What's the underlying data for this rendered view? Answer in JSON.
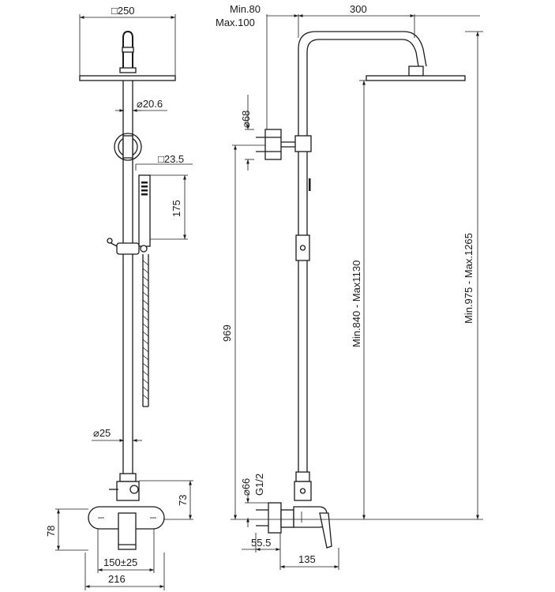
{
  "dimensions": {
    "head_size": "□250",
    "arm_diameter": "⌀20.6",
    "handshower_size": "□23.5",
    "handshower_length": "175",
    "riser_diameter": "⌀25",
    "mixer_height": "73",
    "mixer_depth": "78",
    "centers": "150±25",
    "mixer_width": "216",
    "wall_min": "Min.80",
    "wall_max": "Max.100",
    "arm_reach": "300",
    "bracket_diameter": "⌀68",
    "riser_height": "969",
    "head_height": "Min.840 - Max1130",
    "total_height": "Min.975 - Max.1265",
    "flange_diameter": "⌀66",
    "inlet_thread": "G1/2",
    "projection_1": "55.5",
    "projection_2": "135"
  }
}
